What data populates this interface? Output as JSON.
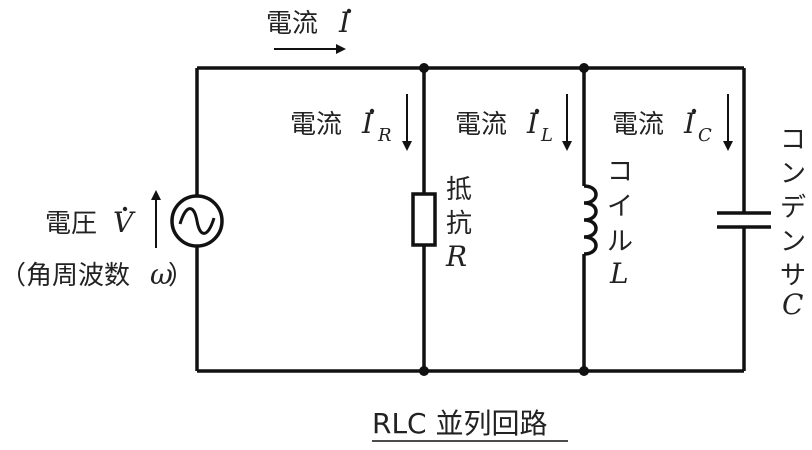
{
  "caption": "RLC 並列回路",
  "main_current": {
    "label": "電流",
    "symbol": "I"
  },
  "source": {
    "label": "電圧",
    "symbol": "V",
    "note_open": "（角周波数",
    "note_symbol": "ω",
    "note_close": "）"
  },
  "branch_currents": [
    {
      "label": "電流",
      "symbol": "I",
      "subscript": "R"
    },
    {
      "label": "電流",
      "symbol": "I",
      "subscript": "L"
    },
    {
      "label": "電流",
      "symbol": "I",
      "subscript": "C"
    }
  ],
  "components": {
    "resistor": {
      "chars": [
        "抵",
        "抗"
      ],
      "symbol": "R"
    },
    "inductor": {
      "chars": [
        "コ",
        "イ",
        "ル"
      ],
      "symbol": "L"
    },
    "capacitor": {
      "chars": [
        "コ",
        "ン",
        "デ",
        "ン",
        "サ"
      ],
      "symbol": "C"
    }
  }
}
